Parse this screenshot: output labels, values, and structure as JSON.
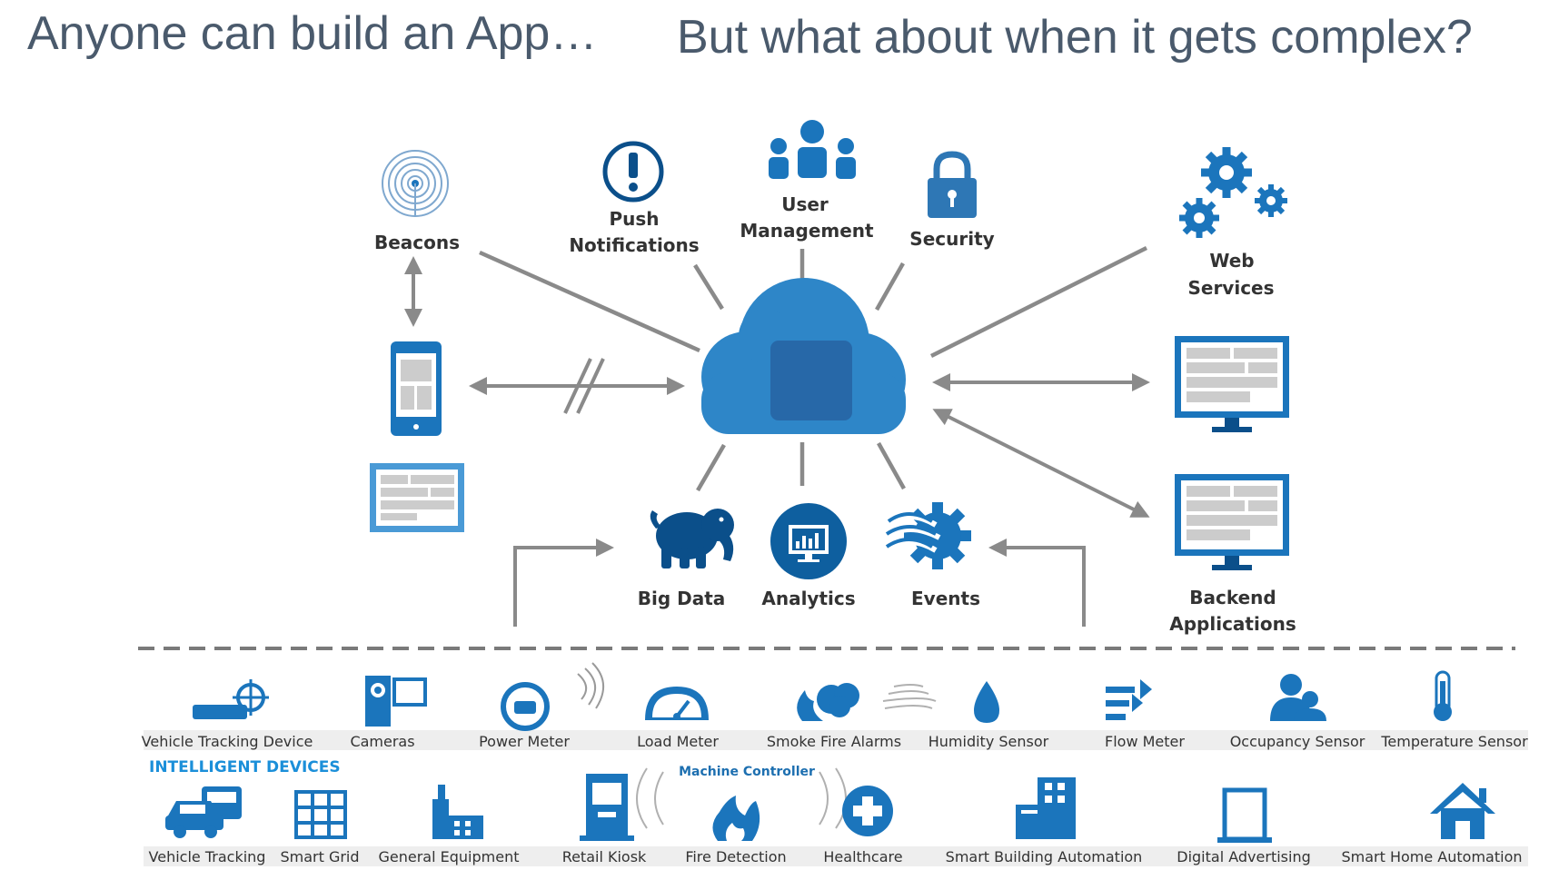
{
  "title": {
    "left": "Anyone can build an App…",
    "right": "But what about when it gets complex?"
  },
  "services": {
    "beacons": "Beacons",
    "push": [
      "Push",
      "Notifications"
    ],
    "user_management": [
      "User",
      "Management"
    ],
    "security": "Security",
    "web_services": [
      "Web",
      "Services"
    ],
    "big_data": "Big Data",
    "analytics": "Analytics",
    "events": "Events",
    "backend": [
      "Backend",
      "Applications"
    ]
  },
  "devices": {
    "row1": [
      "Vehicle Tracking Device",
      "Cameras",
      "Power Meter",
      "Load Meter",
      "Smoke Fire Alarms",
      "Humidity Sensor",
      "Flow Meter",
      "Occupancy Sensor",
      "Temperature Sensor"
    ],
    "section_label": "INTELLIGENT DEVICES",
    "machine_controller": "Machine Controller",
    "row2": [
      "Vehicle Tracking",
      "Smart Grid",
      "General Equipment",
      "Retail Kiosk",
      "Fire Detection",
      "Healthcare",
      "Smart Building Automation",
      "Digital Advertising",
      "Smart Home Automation"
    ]
  },
  "colors": {
    "primary_blue": "#1b75bc",
    "cloud_blue": "#2e86c8",
    "dark_navy": "#0b4f8a",
    "line_gray": "#8a8a8a",
    "title_gray": "#4a5a6c"
  }
}
